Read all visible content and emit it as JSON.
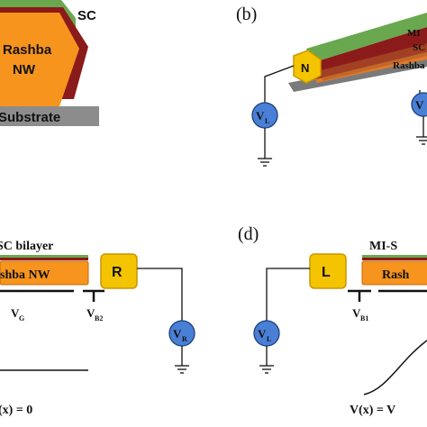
{
  "panel_a": {
    "sc_label": "SC",
    "nw_label_1": "Rashba",
    "nw_label_2": "NW",
    "substrate_label": "Substrate"
  },
  "panel_b": {
    "panel_label": "(b)",
    "layer_mi": "MI",
    "layer_sc": "SC",
    "layer_rashba": "Rashba",
    "contact_label": "N",
    "voltage_left": "V",
    "voltage_left_sub": "L",
    "voltage_right": "V"
  },
  "panel_c": {
    "bilayer_label": "SC bilayer",
    "nw_label": "shba NW",
    "contact_label": "R",
    "gate_label": "V",
    "gate_sub": "G",
    "barrier_label": "V",
    "barrier_sub": "B2",
    "voltage_label": "V",
    "voltage_sub": "R",
    "formula": "(x) = 0"
  },
  "panel_d": {
    "panel_label": "(d)",
    "bilayer_label": "MI-S",
    "nw_label": "Rash",
    "contact_label": "L",
    "voltage_label": "V",
    "voltage_sub": "L",
    "barrier_label": "V",
    "barrier_sub": "B1",
    "formula": "V(x) = V"
  },
  "colors": {
    "orange": "#f7941d",
    "dark_red": "#8b1a1a",
    "green": "#6aa84f",
    "gray": "#8c8c8c",
    "yellow": "#f5c400",
    "blue": "#4a7fd6"
  }
}
